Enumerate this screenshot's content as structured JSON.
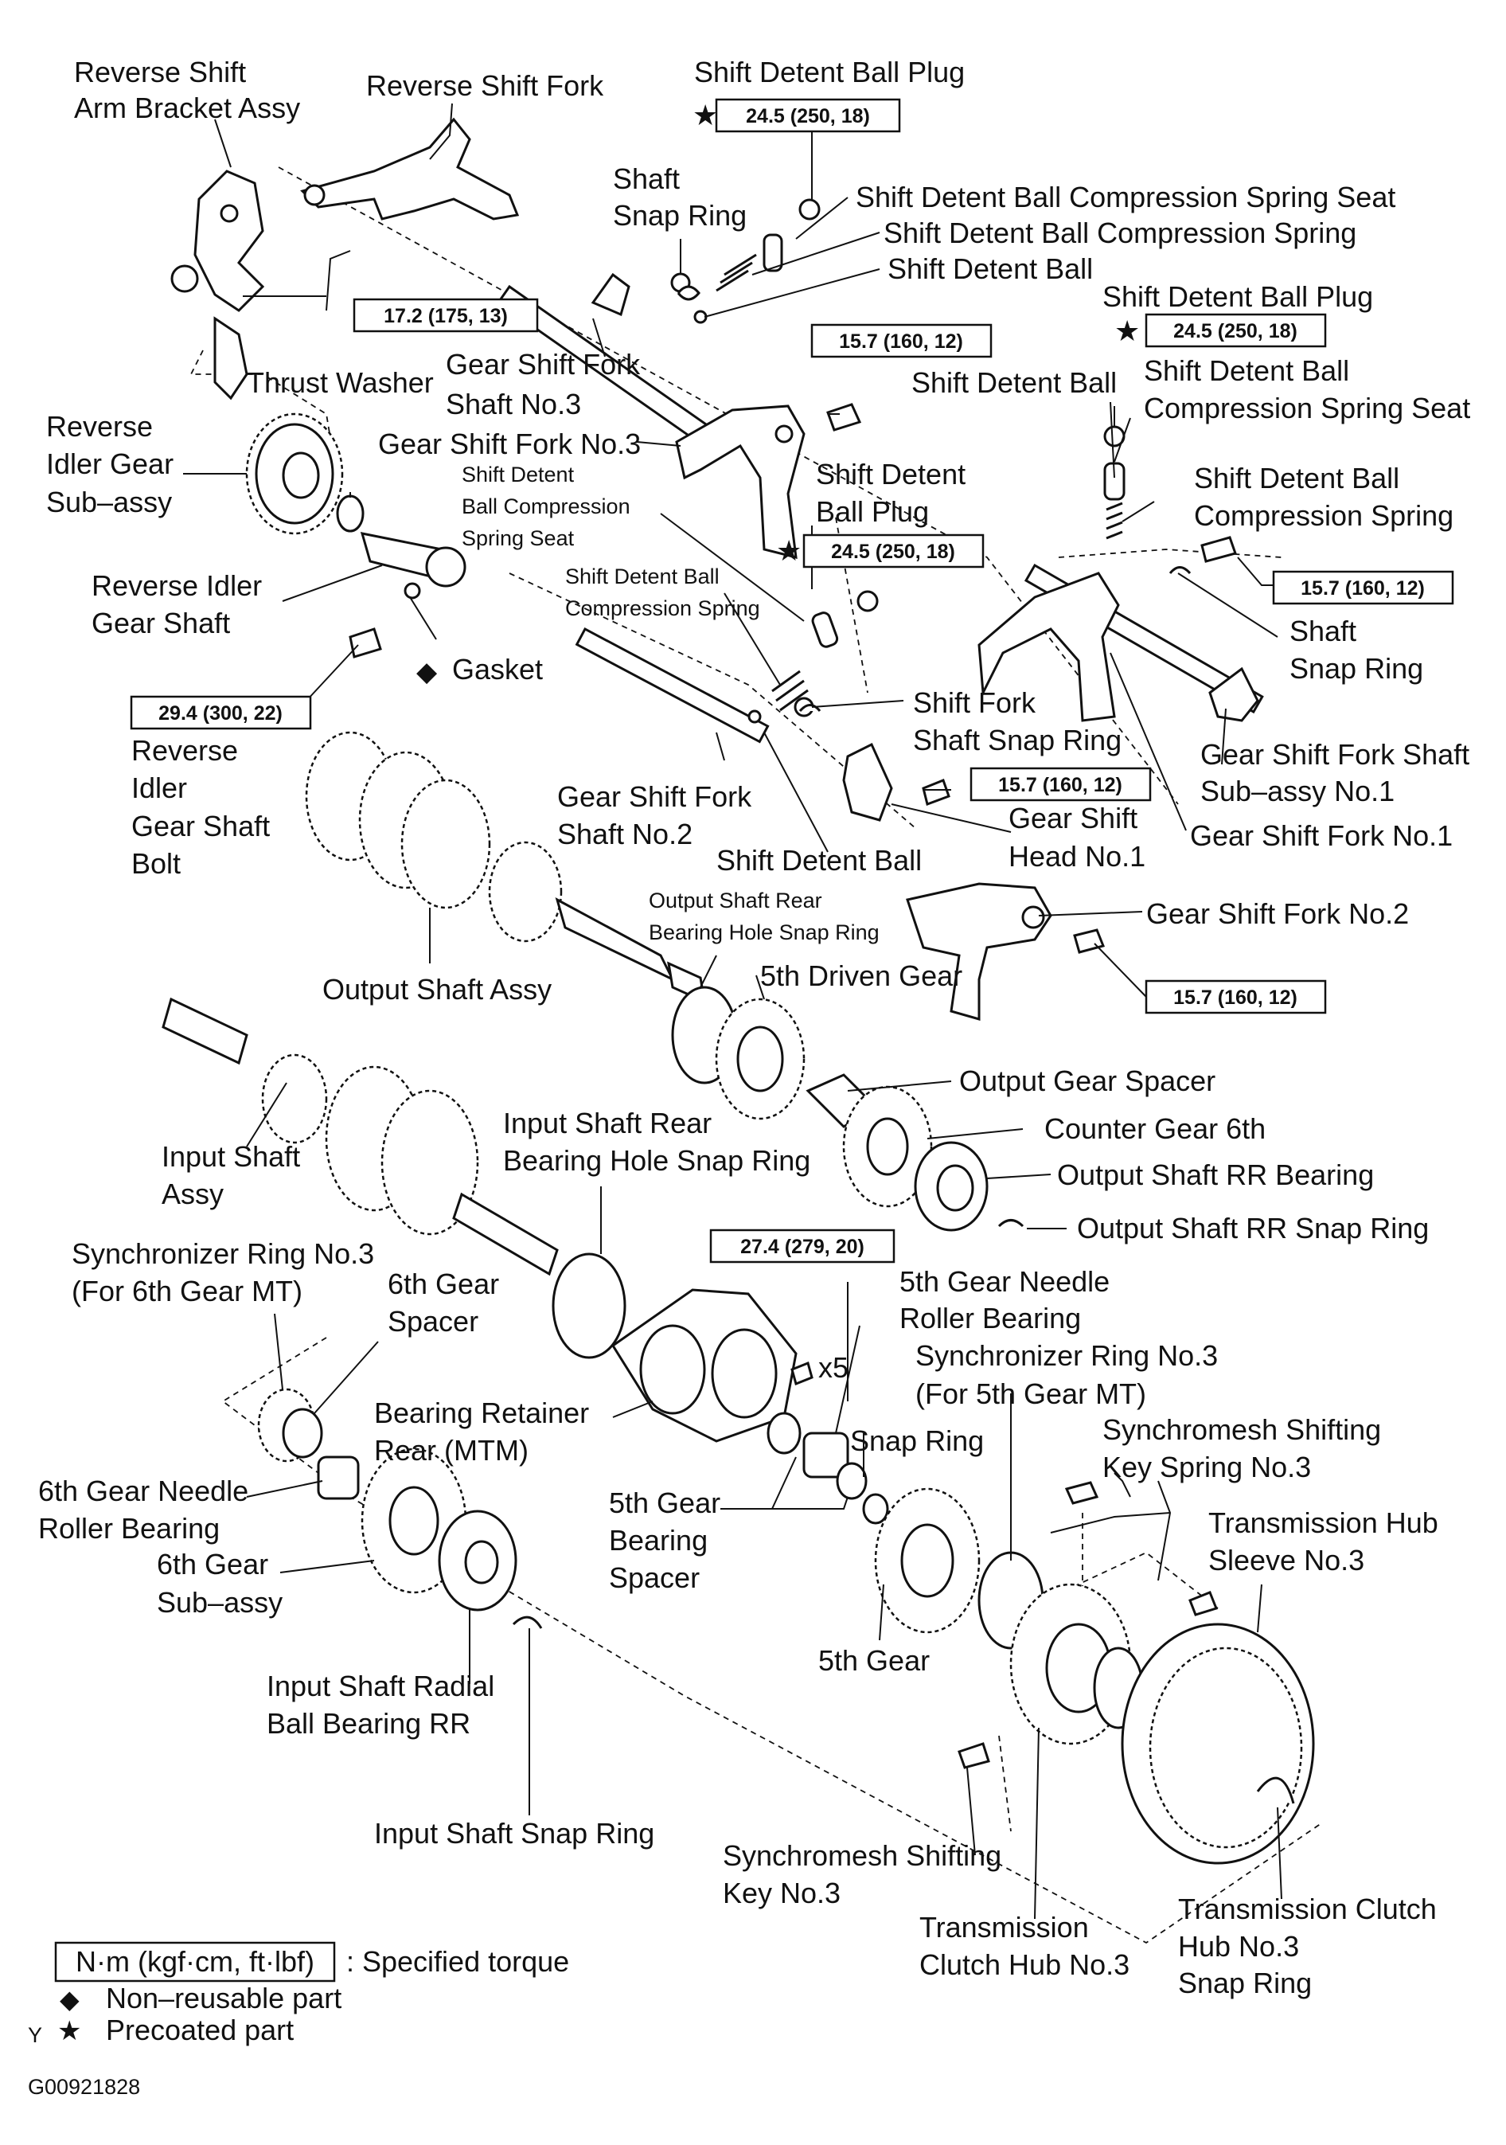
{
  "labels": {
    "reverse_shift_arm_bracket": [
      "Reverse Shift",
      "Arm Bracket Assy"
    ],
    "reverse_shift_fork": "Reverse Shift Fork",
    "shift_detent_ball_plug_1": "Shift Detent Ball Plug",
    "shaft_snap_ring_1": [
      "Shaft",
      "Snap Ring"
    ],
    "sdb_compression_spring_seat_1": "Shift Detent Ball Compression Spring Seat",
    "sdb_compression_spring_1": "Shift Detent Ball Compression Spring",
    "shift_detent_ball_1": "Shift Detent Ball",
    "shift_detent_ball_plug_2": "Shift Detent Ball Plug",
    "thrust_washer": "Thrust Washer",
    "gear_shift_fork_shaft_no3": [
      "Gear Shift Fork",
      "Shaft No.3"
    ],
    "shift_detent_ball_2": "Shift Detent Ball",
    "sdb_compression_spring_seat_2": [
      "Shift Detent Ball",
      "Compression Spring Seat"
    ],
    "reverse_idler_gear_subassy": [
      "Reverse",
      "Idler Gear",
      "Sub–assy"
    ],
    "gear_shift_fork_no3": "Gear Shift Fork No.3",
    "sdb_compression_spring_seat_small": [
      "Shift Detent",
      "Ball Compression",
      "Spring Seat"
    ],
    "shift_detent_ball_plug_3": [
      "Shift Detent",
      "Ball Plug"
    ],
    "sdb_compression_spring_2": [
      "Shift Detent Ball",
      "Compression Spring"
    ],
    "reverse_idler_gear_shaft": [
      "Reverse Idler",
      "Gear Shaft"
    ],
    "sdb_compression_spring_small": [
      "Shift Detent Ball",
      "Compression Spring"
    ],
    "shaft_snap_ring_2": [
      "Shaft",
      "Snap Ring"
    ],
    "gasket": "Gasket",
    "shift_fork_shaft_snap_ring": [
      "Shift Fork",
      "Shaft Snap Ring"
    ],
    "gear_shift_fork_shaft_subassy_no1": [
      "Gear Shift Fork Shaft",
      "Sub–assy No.1"
    ],
    "reverse_idler_gear_shaft_bolt": [
      "Reverse",
      "Idler",
      "Gear Shaft",
      "Bolt"
    ],
    "gear_shift_fork_shaft_no2": [
      "Gear Shift Fork",
      "Shaft No.2"
    ],
    "gear_shift_head_no1": [
      "Gear Shift",
      "Head No.1"
    ],
    "gear_shift_fork_no1": "Gear Shift Fork No.1",
    "shift_detent_ball_3": "Shift Detent Ball",
    "output_shaft_rear_bearing_hole_snap_ring": [
      "Output Shaft Rear",
      "Bearing Hole Snap Ring"
    ],
    "gear_shift_fork_no2": "Gear Shift Fork No.2",
    "fifth_driven_gear": "5th Driven Gear",
    "output_shaft_assy": "Output Shaft Assy",
    "output_gear_spacer": "Output Gear Spacer",
    "input_shaft_rear_bearing_hole_snap_ring": [
      "Input Shaft Rear",
      "Bearing Hole Snap Ring"
    ],
    "counter_gear_6th": "Counter Gear 6th",
    "input_shaft_assy": [
      "Input Shaft",
      "Assy"
    ],
    "output_shaft_rr_bearing": "Output Shaft RR Bearing",
    "output_shaft_rr_snap_ring": "Output Shaft RR Snap Ring",
    "synchronizer_ring_no3_6th": [
      "Synchronizer Ring No.3",
      "(For 6th Gear MT)"
    ],
    "sixth_gear_spacer": [
      "6th Gear",
      "Spacer"
    ],
    "fifth_gear_needle_roller_bearing": [
      "5th Gear Needle",
      "Roller Bearing"
    ],
    "multiplier": "x5",
    "synchronizer_ring_no3_5th": [
      "Synchronizer Ring No.3",
      "(For 5th Gear MT)"
    ],
    "bearing_retainer_rear": [
      "Bearing Retainer",
      "Rear (MTM)"
    ],
    "snap_ring": "Snap Ring",
    "synchromesh_shifting_key_spring_no3": [
      "Synchromesh Shifting",
      "Key Spring No.3"
    ],
    "sixth_gear_needle_roller_bearing": [
      "6th Gear Needle",
      "Roller Bearing"
    ],
    "fifth_gear_bearing_spacer": [
      "5th Gear",
      "Bearing",
      "Spacer"
    ],
    "transmission_hub_sleeve_no3": [
      "Transmission Hub",
      "Sleeve No.3"
    ],
    "sixth_gear_subassy": [
      "6th Gear",
      "Sub–assy"
    ],
    "fifth_gear": "5th Gear",
    "input_shaft_radial_ball_bearing_rr": [
      "Input Shaft Radial",
      "Ball Bearing RR"
    ],
    "input_shaft_snap_ring": "Input Shaft Snap Ring",
    "synchromesh_shifting_key_no3": [
      "Synchromesh Shifting",
      "Key No.3"
    ],
    "transmission_clutch_hub_no3": [
      "Transmission",
      "Clutch Hub No.3"
    ],
    "transmission_clutch_hub_no3_snap_ring": [
      "Transmission Clutch",
      "Hub No.3",
      "Snap Ring"
    ]
  },
  "torques": {
    "t_plug_top": "24.5 (250, 18)",
    "t_bracket": "17.2 (175, 13)",
    "t_fork3": "15.7 (160, 12)",
    "t_plug_right": "24.5 (250, 18)",
    "t_plug_center": "24.5 (250, 18)",
    "t_shaft1": "15.7 (160, 12)",
    "t_idler_bolt": "29.4 (300, 22)",
    "t_head1": "15.7 (160, 12)",
    "t_fork2": "15.7 (160, 12)",
    "t_retainer": "27.4 (279, 20)"
  },
  "legend": {
    "torque_sample": "N·m (kgf·cm, ft·lbf)",
    "torque_desc": ": Specified torque",
    "non_reusable": "Non–reusable part",
    "precoated": "Precoated part",
    "corner_mark": "Y",
    "figure_code": "G00921828"
  }
}
